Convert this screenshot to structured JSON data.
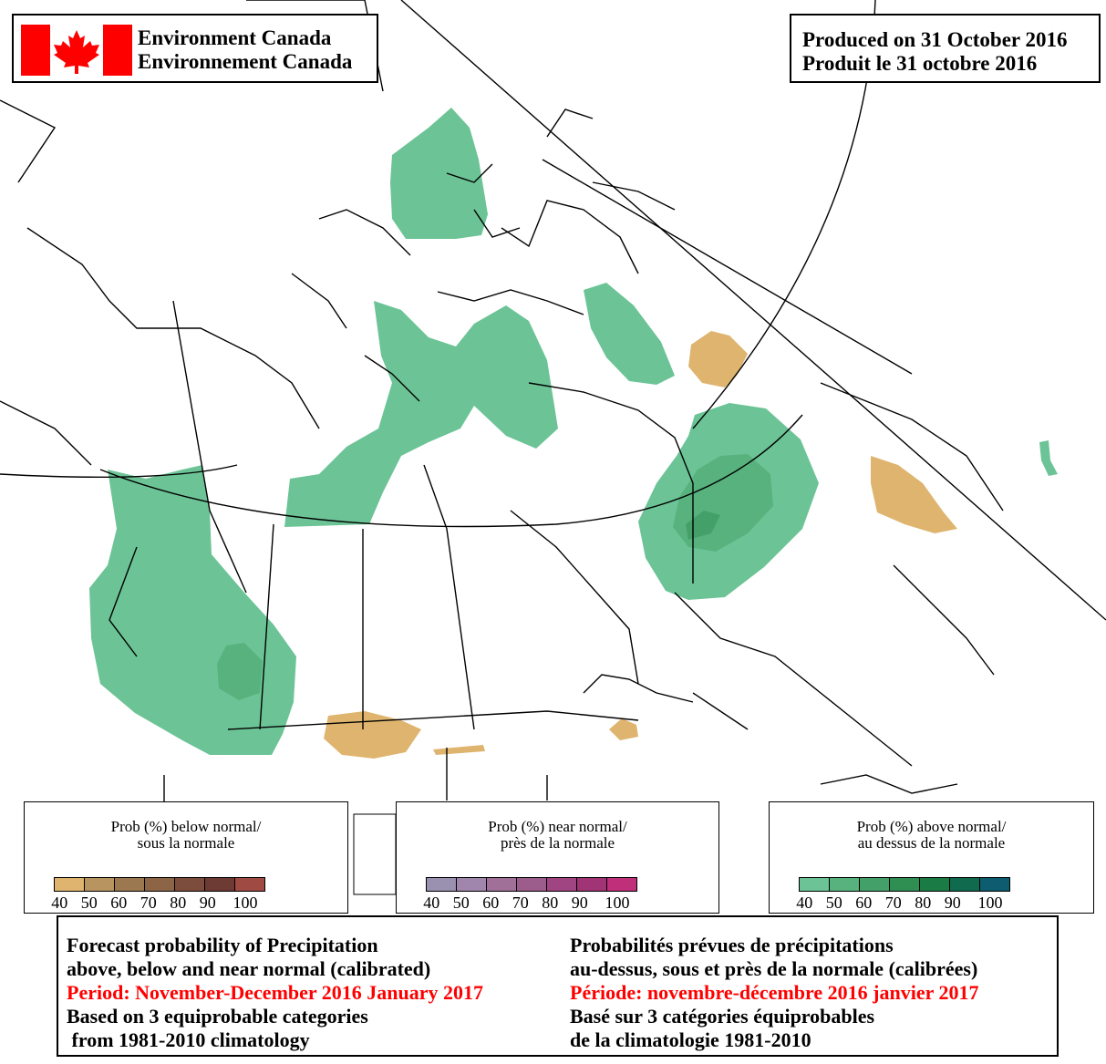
{
  "header": {
    "agency_en": "Environment Canada",
    "agency_fr": "Environnement Canada",
    "produced_en": "Produced on 31 October 2016",
    "produced_fr": "Produit le 31 octobre 2016"
  },
  "colors": {
    "flag_red": "#ff0000",
    "below": [
      "#deb46e",
      "#b89460",
      "#9c7850",
      "#8c6446",
      "#7c4c3c",
      "#6e3a34",
      "#a04a44"
    ],
    "near": [
      "#9a90b0",
      "#a086ac",
      "#a07098",
      "#9c5c8c",
      "#a04482",
      "#a03474",
      "#c0307a"
    ],
    "above": [
      "#6cc496",
      "#58b27e",
      "#43a068",
      "#2f8e52",
      "#1a7c44",
      "#0f6a4e",
      "#0e5c70"
    ]
  },
  "legends": {
    "below": {
      "title_1": "Prob (%) below normal/",
      "title_2": "sous la normale",
      "ticks": [
        "40",
        "50",
        "60",
        "70",
        "80",
        "90",
        "100"
      ]
    },
    "near": {
      "title_1": "Prob (%) near normal/",
      "title_2": "près de la normale",
      "ticks": [
        "40",
        "50",
        "60",
        "70",
        "80",
        "90",
        "100"
      ]
    },
    "above": {
      "title_1": "Prob (%) above normal/",
      "title_2": "au dessus de la normale",
      "ticks": [
        "40",
        "50",
        "60",
        "70",
        "80",
        "90",
        "100"
      ]
    }
  },
  "description": {
    "en": {
      "line1": "Forecast probability of Precipitation",
      "line2": "above, below and near normal (calibrated)",
      "period": "Period: November-December 2016 January 2017",
      "line4": "Based on 3 equiprobable categories",
      "line5": " from 1981-2010 climatology"
    },
    "fr": {
      "line1": "Probabilités prévues de précipitations",
      "line2": "au-dessus, sous et près de la normale (calibrées)",
      "period": "Période: novembre-décembre 2016 janvier 2017",
      "line4": "Basé sur 3 catégories équiprobables",
      "line5": "de la climatologie 1981-2010"
    }
  }
}
